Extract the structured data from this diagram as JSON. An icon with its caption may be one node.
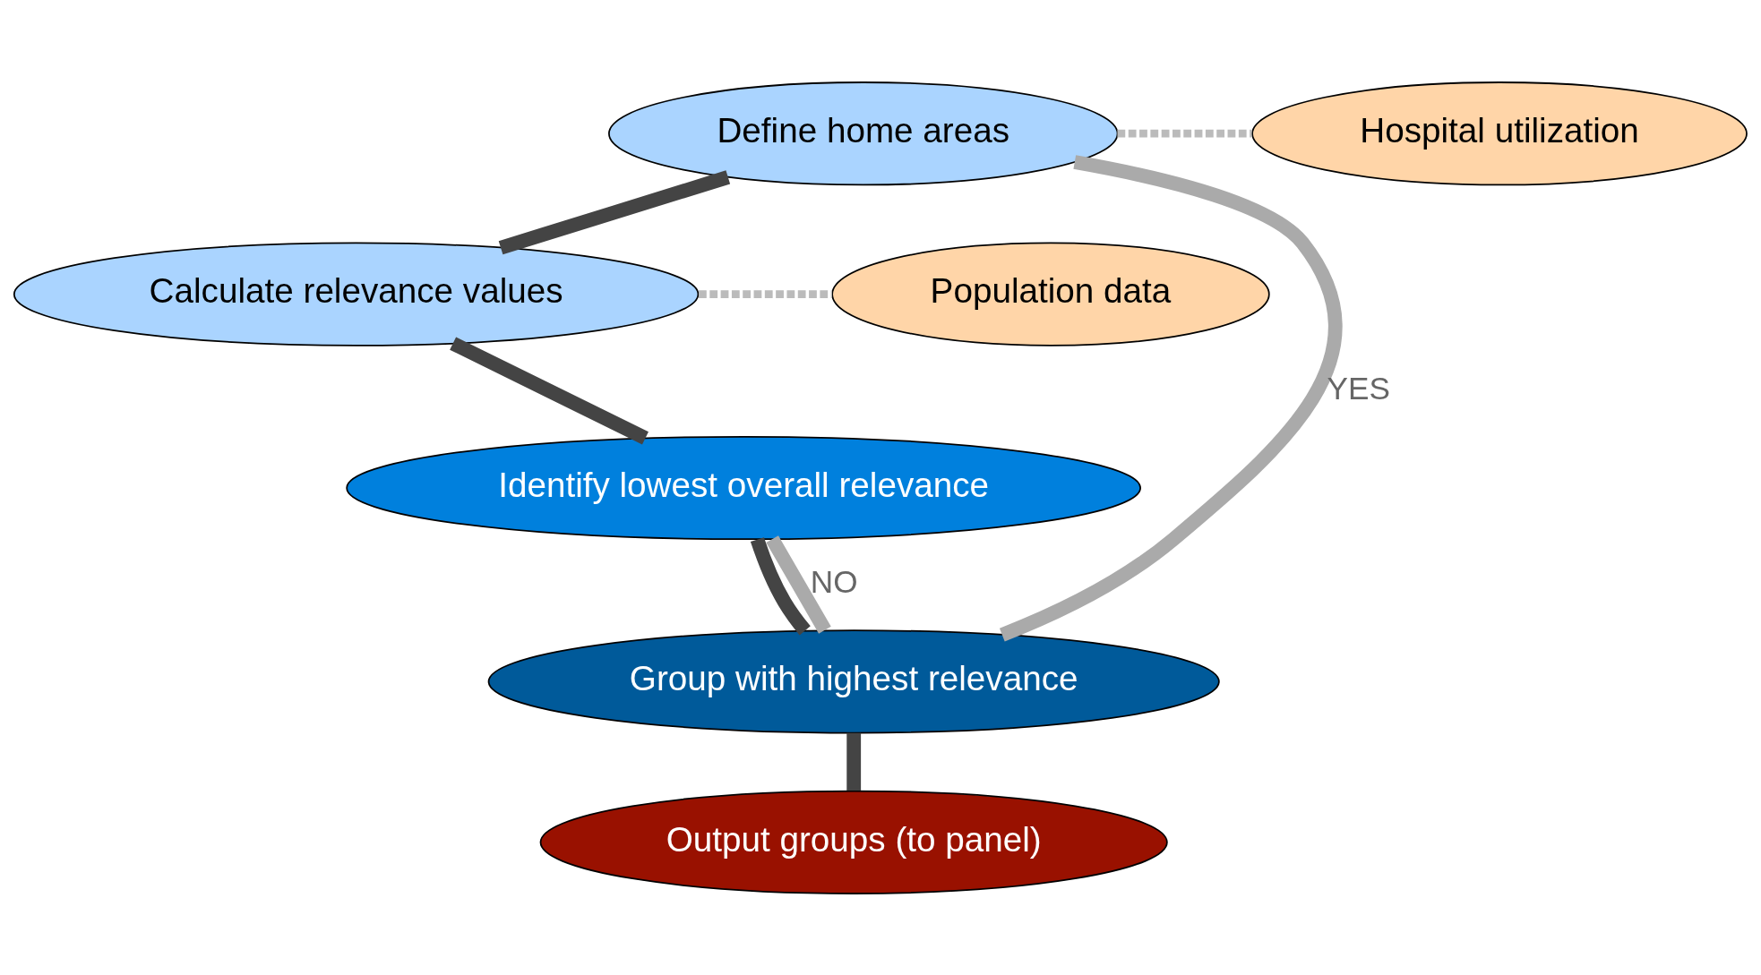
{
  "diagram": {
    "nodes": [
      {
        "text": [
          "Define home areas"
        ]
      },
      {
        "text": [
          "Calculate relevance values"
        ]
      },
      {
        "text": [
          "Population data"
        ]
      },
      {
        "text": [
          "Hospital utilization"
        ]
      },
      {
        "text": [
          "Identify lowest overall relevance"
        ]
      },
      {
        "text": [
          "Group with highest relevance"
        ]
      },
      {
        "text": [
          "Output groups (to panel)"
        ]
      }
    ],
    "edges": [
      {
        "from": 0,
        "to": 1,
        "arrow": "none"
      },
      {
        "from": 1,
        "to": 2,
        "arrow": "none",
        "style": "dashed",
        "color": "#bbbbbb"
      },
      {
        "from": 0,
        "to": 3,
        "arrow": "none",
        "style": "dashed",
        "color": "#bbbbbb"
      },
      {
        "from": 1,
        "to": 4,
        "arrow": "none"
      },
      {
        "from": 4,
        "to": 5,
        "arrow": "none"
      },
      {
        "from": 4,
        "to": 5,
        "arrow": "none",
        "label": "NO",
        "color": "#aaaaaa"
      },
      {
        "from": 5,
        "to": 0,
        "arrow": "none",
        "label": "YES",
        "color": "#aaaaaa"
      },
      {
        "from": 5,
        "to": 6,
        "arrow": "none"
      }
    ]
  }
}
